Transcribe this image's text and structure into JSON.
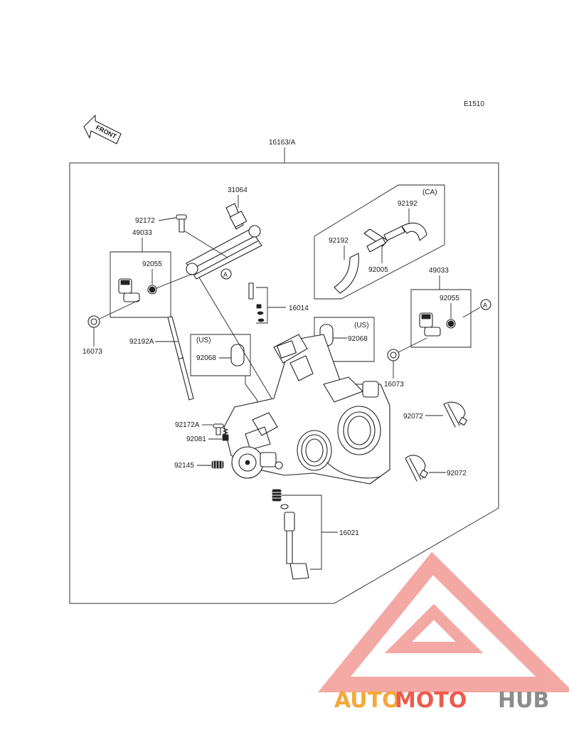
{
  "diagram_code": "E1510",
  "front_label": "FRONT",
  "assembly_label": "16163/A",
  "labels": {
    "p31064": "31064",
    "p92172": "92172",
    "p49033_left": "49033",
    "p92055_left": "92055",
    "p16073_left": "16073",
    "p92192A": "92192A",
    "us_left": "(US)",
    "p92068_left": "92068",
    "p16014": "16014",
    "us_right": "(US)",
    "p92068_right": "92068",
    "ca": "(CA)",
    "p92192_top": "92192",
    "p92192_left": "92192",
    "p92005": "92005",
    "p49033_right": "49033",
    "p92055_right": "92055",
    "p16073_right": "16073",
    "p92072_top": "92072",
    "p92072_bottom": "92072",
    "p92172A": "92172A",
    "p92081": "92081",
    "p92145": "92145",
    "p16021": "16021",
    "ref_a_top": "A",
    "ref_a_right": "A"
  },
  "watermark": {
    "text_part1": "AUTO",
    "text_part2": "MOTO",
    "text_part3": "HUB",
    "color_orange": "#f4a93a",
    "color_red": "#ec5b4d",
    "color_gray": "#8c8c8c",
    "logo_color": "#f39a95"
  }
}
